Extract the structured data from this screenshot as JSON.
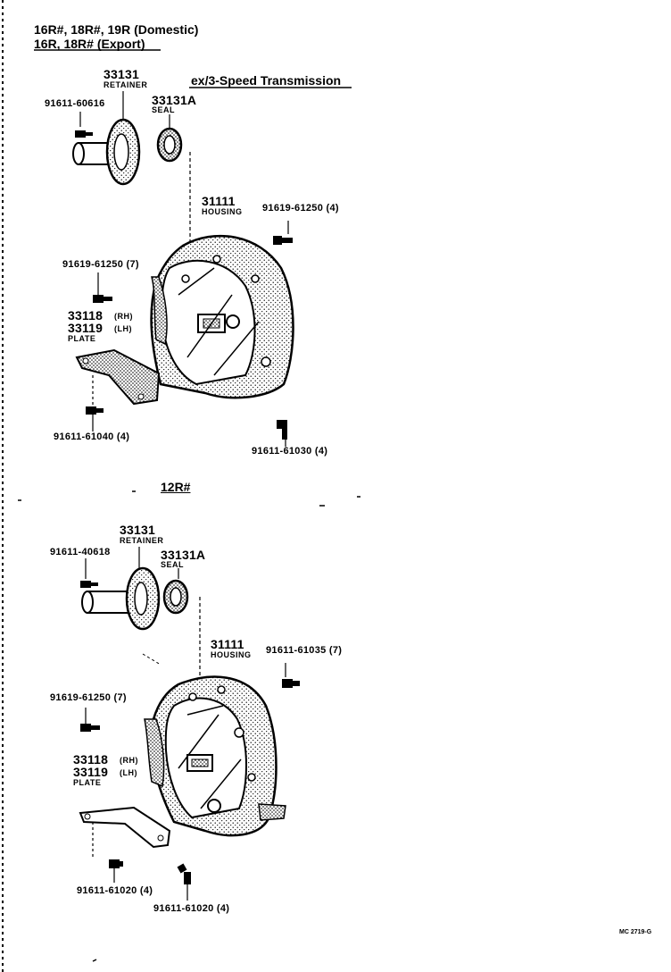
{
  "header": {
    "line1": "16R#, 18R#, 19R (Domestic)",
    "line2": "16R, 18R# (Export)"
  },
  "top": {
    "transmission_note": "ex/3-Speed Transmission",
    "retainer_num": "33131",
    "retainer_name": "RETAINER",
    "seal_num": "33131A",
    "seal_name": "SEAL",
    "bolt_retainer": "91611-60616",
    "housing_num": "31111",
    "housing_name": "HOUSING",
    "bolt_housing_right": "91619-61250 (4)",
    "bolt_housing_left": "91619-61250 (7)",
    "plate_rh_num": "33118",
    "plate_rh_side": "(RH)",
    "plate_lh_num": "33119",
    "plate_lh_side": "(LH)",
    "plate_name": "PLATE",
    "bolt_plate": "91611-61040 (4)",
    "bolt_bottom": "91611-61030 (4)"
  },
  "bottom": {
    "section_title": "12R#",
    "retainer_num": "33131",
    "retainer_name": "RETAINER",
    "seal_num": "33131A",
    "seal_name": "SEAL",
    "bolt_retainer": "91611-40618",
    "housing_num": "31111",
    "housing_name": "HOUSING",
    "bolt_housing_right": "91611-61035 (7)",
    "bolt_housing_left": "91619-61250 (7)",
    "plate_rh_num": "33118",
    "plate_rh_side": "(RH)",
    "plate_lh_num": "33119",
    "plate_lh_side": "(LH)",
    "plate_name": "PLATE",
    "bolt_plate": "91611-61020 (4)",
    "bolt_bottom": "91611-61020 (4)"
  },
  "footer": {
    "code": "MC 2719-G"
  }
}
